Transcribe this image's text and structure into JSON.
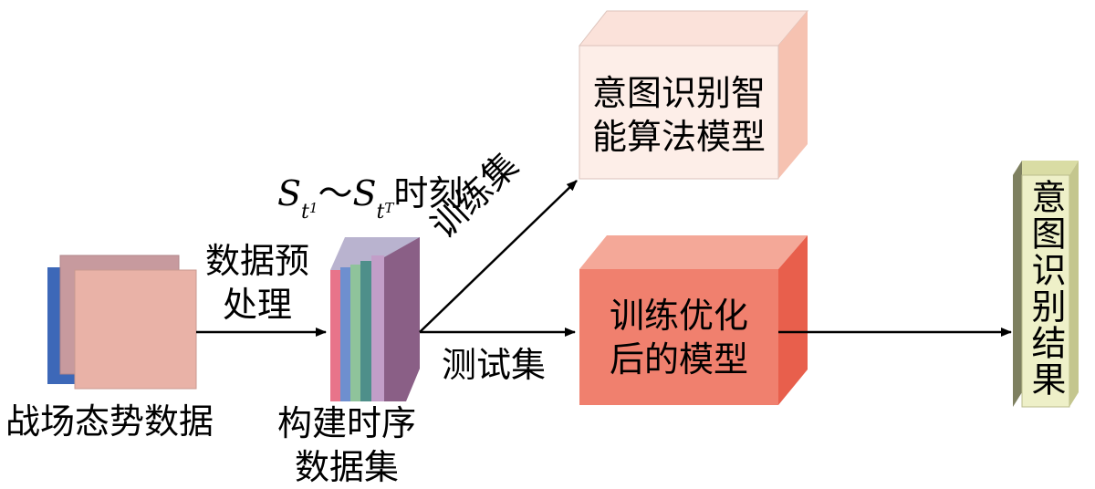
{
  "source_stack": {
    "label": "战场态势数据",
    "colors": [
      "#3d68b8",
      "#c79a9e",
      "#e9b2a7"
    ]
  },
  "preprocess": {
    "label_line1": "数据预",
    "label_line2": "处理"
  },
  "time_series": {
    "label_line1": "构建时序",
    "label_line2": "数据集",
    "heading": {
      "s1": "S",
      "t1": "t",
      "sub1": "1",
      "tilde": "～",
      "s2": "S",
      "t2": "t",
      "sub2": "T",
      "suffix": "时刻"
    },
    "slice_colors": [
      "#e8748a",
      "#6e8fcf",
      "#8fc39b",
      "#4e8f8a",
      "#c29ec8",
      "#8a5f86"
    ]
  },
  "edges": {
    "train_set": "训练集",
    "test_set": "测试集"
  },
  "algorithm_box": {
    "line1": "意图识别智",
    "line2": "能算法模型",
    "color": "#fdeee8"
  },
  "optimized_box": {
    "line1": "训练优化",
    "line2": "后的模型",
    "color": "#f0806e"
  },
  "result_box": {
    "label": "意图识别结果",
    "color": "#eef0c8"
  }
}
